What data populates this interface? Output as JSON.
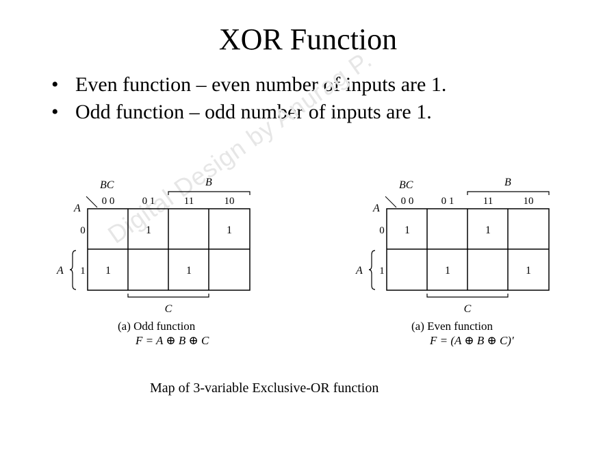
{
  "slide": {
    "title": "XOR Function",
    "bullets": [
      {
        "marker": "•",
        "text": "Even function – even number of inputs are 1."
      },
      {
        "marker": "•",
        "text": "Odd function – odd number of inputs are 1."
      }
    ],
    "watermark": "Digital Design by Anurag P.",
    "caption": "Map of 3-variable Exclusive-OR function"
  },
  "kmaps": [
    {
      "corner_bc": "BC",
      "corner_a": "A",
      "b_label": "B",
      "c_label": "C",
      "a_side_label": "A",
      "col_headers": [
        "0 0",
        "0 1",
        "11",
        "10"
      ],
      "row_headers": [
        "0",
        "1"
      ],
      "cells": [
        [
          "",
          "1",
          "",
          "1"
        ],
        [
          "1",
          "",
          "1",
          ""
        ]
      ],
      "caption_line1": "(a) Odd function",
      "caption_line2": "F = A ⊕ B ⊕ C"
    },
    {
      "corner_bc": "BC",
      "corner_a": "A",
      "b_label": "B",
      "c_label": "C",
      "a_side_label": "A",
      "col_headers": [
        "0 0",
        "0 1",
        "11",
        "10"
      ],
      "row_headers": [
        "0",
        "1"
      ],
      "cells": [
        [
          "1",
          "",
          "1",
          ""
        ],
        [
          "",
          "1",
          "",
          "1"
        ]
      ],
      "caption_line1": "(a) Even function",
      "caption_line2": "F = (A ⊕ B ⊕ C)′"
    }
  ]
}
